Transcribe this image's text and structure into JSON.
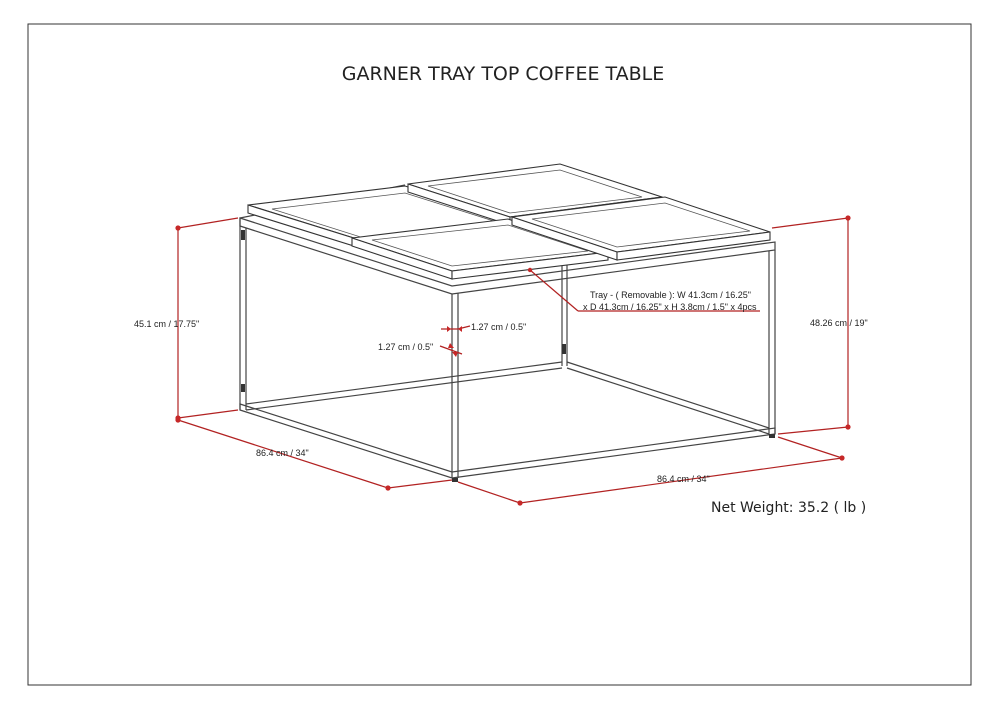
{
  "title": "GARNER TRAY TOP COFFEE TABLE",
  "dimensions": {
    "height_left": "45.1 cm / 17.75\"",
    "height_right": "48.26 cm / 19\"",
    "depth": "86.4 cm / 34\"",
    "width": "86.4 cm / 34\"",
    "frame_tube_horizontal": "1.27 cm / 0.5\"",
    "frame_tube_vertical": "1.27 cm / 0.5\""
  },
  "tray_note": {
    "line1": "Tray - ( Removable ): W 41.3cm / 16.25\"",
    "line2": "x D 41.3cm / 16.25\" x H 3.8cm / 1.5\" x 4pcs"
  },
  "net_weight": "Net Weight: 35.2 ( lb )",
  "colors": {
    "dimension_lines": "#b22222",
    "drawing_lines": "#333333",
    "border": "#444444"
  }
}
